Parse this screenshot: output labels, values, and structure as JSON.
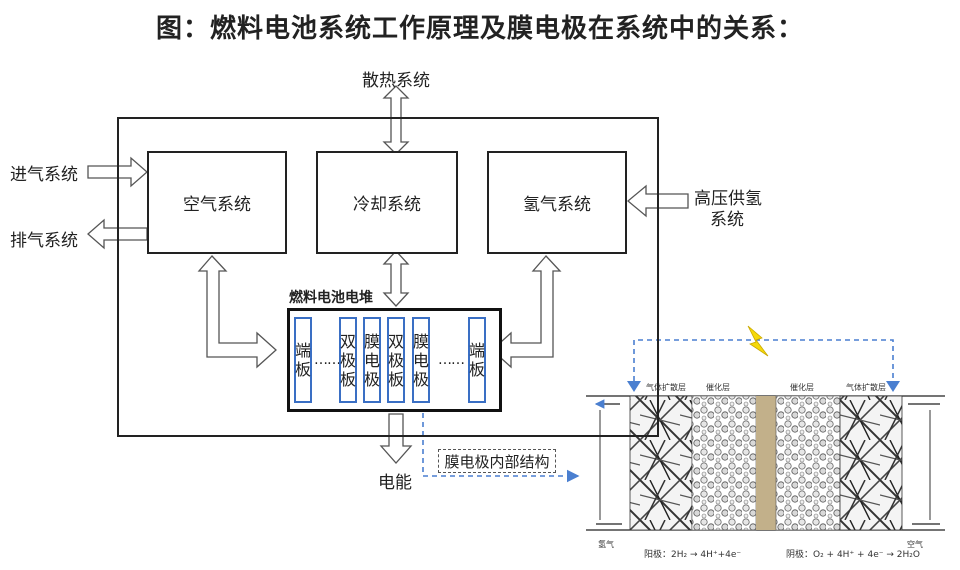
{
  "title": "图：燃料电池系统工作原理及膜电极在系统中的关系：",
  "external": {
    "heat": "散热系统",
    "intake": "进气系统",
    "exhaust": "排气系统",
    "h2_supply_1": "高压供氢",
    "h2_supply_2": "系统",
    "power": "电能"
  },
  "subsystems": {
    "air": "空气系统",
    "cooling": "冷却系统",
    "hydrogen": "氢气系统"
  },
  "stack": {
    "title": "燃料电池电堆",
    "plates": [
      {
        "chars": [
          "端",
          "板"
        ]
      },
      {
        "chars": [
          "双",
          "极",
          "板"
        ]
      },
      {
        "chars": [
          "膜",
          "电",
          "极"
        ]
      },
      {
        "chars": [
          "双",
          "极",
          "板"
        ]
      },
      {
        "chars": [
          "膜",
          "电",
          "极"
        ]
      },
      {
        "chars": [
          "端",
          "板"
        ]
      }
    ],
    "dots": "……"
  },
  "mea": {
    "label": "膜电极内部结构",
    "layer_gdl_left": "气体扩散层",
    "layer_cat_left": "催化层",
    "layer_cat_right": "催化层",
    "layer_gdl_right": "气体扩散层",
    "in_left": "氢气",
    "in_right": "空气",
    "anode_eq": "阳极：2H₂ → 4H⁺+4e⁻",
    "cathode_eq": "阴极：O₂ + 4H⁺ + 4e⁻ → 2H₂O"
  },
  "colors": {
    "plate_border": "#3a6fc4",
    "dashed_line": "#4a7fd0",
    "lightning": "#f5d90a",
    "membrane": "#c2b08a"
  }
}
